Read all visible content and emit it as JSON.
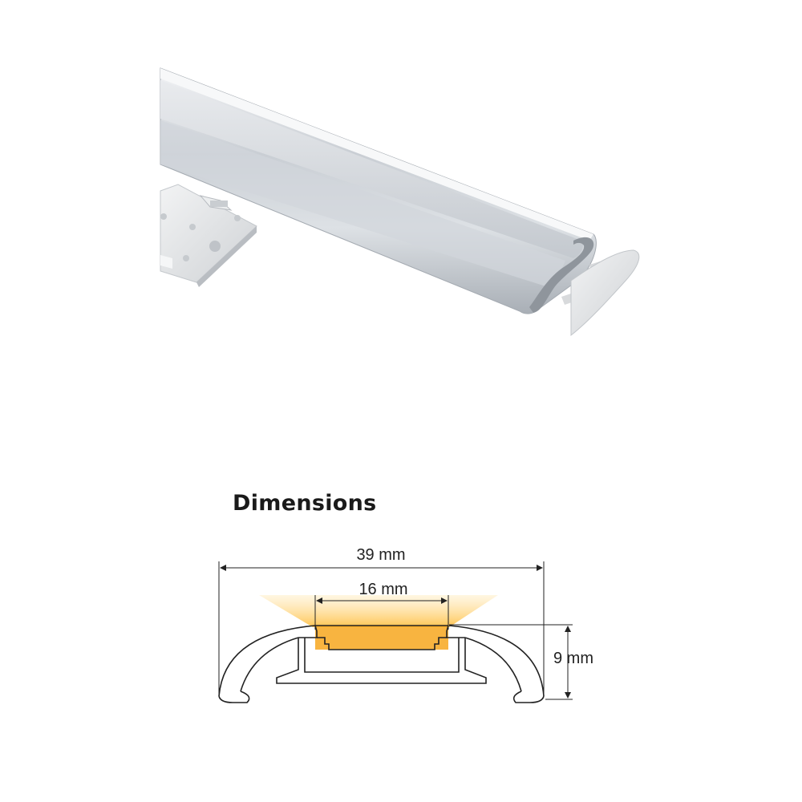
{
  "title": "Dimensions",
  "dimensions": {
    "width_label": "39 mm",
    "inner_width_label": "16 mm",
    "height_label": "9 mm"
  },
  "colors": {
    "aluminium": "#cfd3d8",
    "diffuser": "#dfe2e6",
    "end_cap": "#e6e8ea",
    "light_glow": "#ffc24a",
    "led_strip": "#f7a71e",
    "outline": "#222222"
  },
  "icons": {
    "product": "led-aluminium-profile-icon",
    "end_cap": "end-cap-icon",
    "mounting_clip": "mounting-clip-icon"
  }
}
